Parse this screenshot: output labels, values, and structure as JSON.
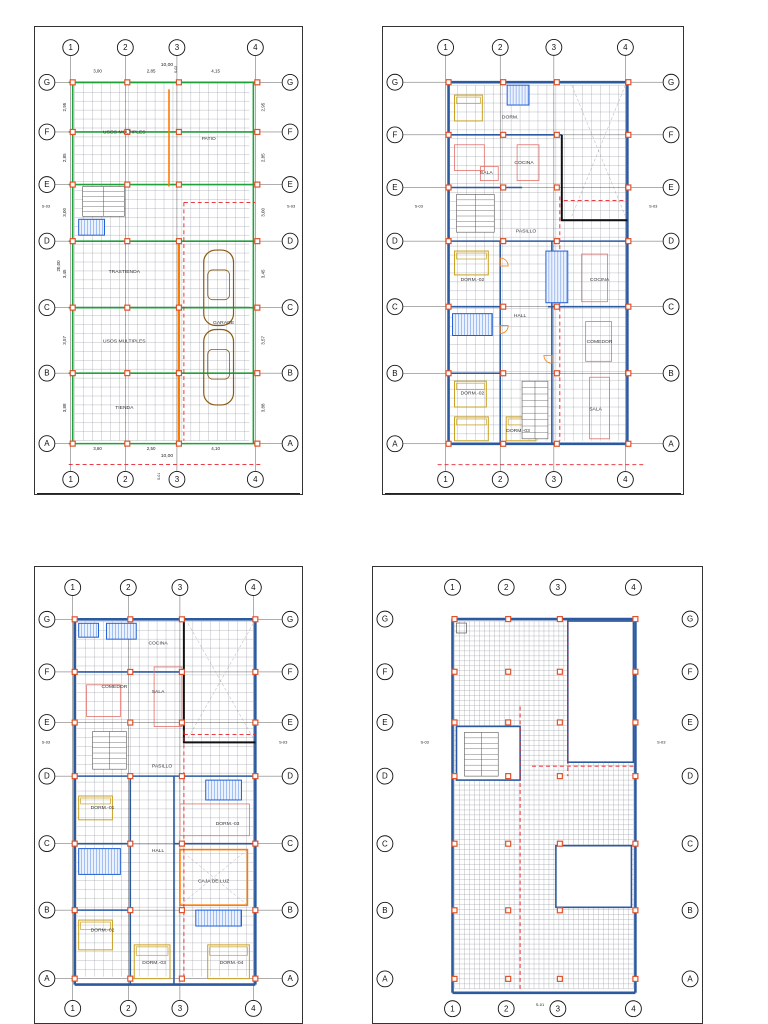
{
  "grid": {
    "columns": [
      "1",
      "2",
      "3",
      "4"
    ],
    "rows": [
      "G",
      "F",
      "E",
      "D",
      "C",
      "B",
      "A"
    ],
    "section_marks": [
      "S-03",
      "S-03"
    ],
    "elevation_marks": [
      "S-02",
      "S-01"
    ],
    "bottom_mark": "S-01"
  },
  "colors": {
    "wall": "#2c5aa0",
    "grid_line": "#1fa23a",
    "column": "#e0522a",
    "door": "#ff7a00",
    "furniture": "#c9a020",
    "hatch": "#1f5fd6",
    "red_dash": "#e8202a",
    "tile": "#9aa0a8"
  },
  "sheets": [
    {
      "id": "s1",
      "dims_top": [
        "10,00",
        "3,00",
        "2,85",
        "4,15"
      ],
      "dims_bottom": [
        "10,00",
        "3,60",
        "2,50",
        "4,10"
      ],
      "dims_left": [
        "2,95",
        "2,85",
        "3,00",
        "20,00",
        "3,45",
        "3,57",
        "3,88"
      ],
      "dims_right": [
        "2,95",
        "2,85",
        "3,00",
        "3,45",
        "3,57",
        "3,88"
      ],
      "rooms": [
        "USOS MULTIPLES",
        "PATIO",
        "TRASTIENDA",
        "USOS MULTIPLES",
        "TIENDA",
        "GARAGE"
      ]
    },
    {
      "id": "s2",
      "rooms": [
        "DORM.",
        "COCINA",
        "SALA",
        "PASILLO",
        "DORM.-02",
        "COCINA",
        "HALL",
        "COMEDOR",
        "DORM.-02",
        "DORM.-03",
        "SALA"
      ]
    },
    {
      "id": "s3",
      "rooms": [
        "COCINA",
        "COMEDOR",
        "SALA",
        "PASILLO",
        "DORM.-01",
        "DORM.-03",
        "HALL",
        "CAJA DE LUZ",
        "DORM.-02",
        "DORM.-03",
        "DORM.-04"
      ]
    },
    {
      "id": "s4",
      "rooms": []
    }
  ]
}
